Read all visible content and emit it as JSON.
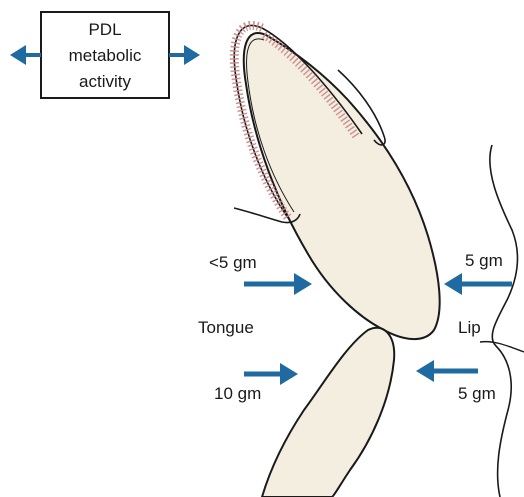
{
  "box": {
    "lines": [
      "PDL",
      "metabolic",
      "activity"
    ]
  },
  "labels": {
    "tongue": "Tongue",
    "lip": "Lip",
    "force_tongue_upper": "<5 gm",
    "force_lip_upper": "5 gm",
    "force_tongue_lower": "10 gm",
    "force_lip_lower": "5 gm"
  },
  "colors": {
    "arrow": "#1f6aa0",
    "tooth_fill": "#f4eee1",
    "outline": "#1a1a1a",
    "pdl_hatch": "#c98a8a"
  }
}
